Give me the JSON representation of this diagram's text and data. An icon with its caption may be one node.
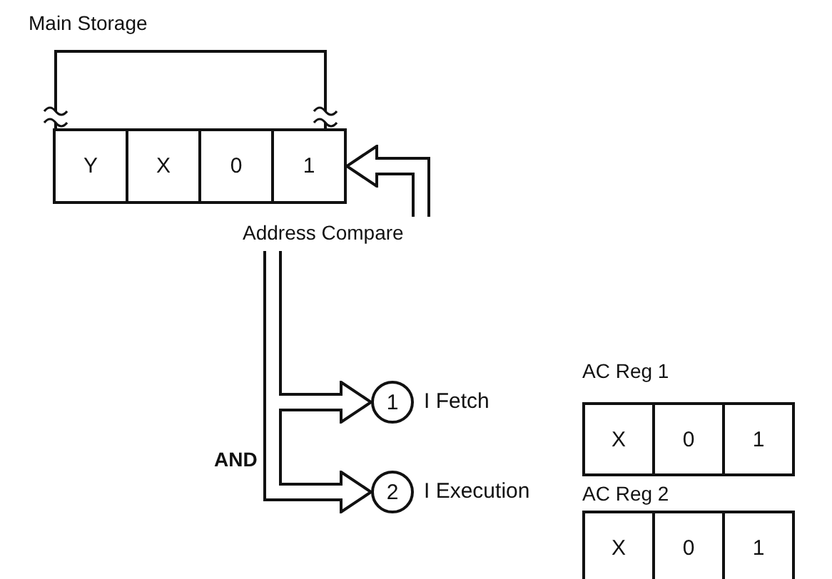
{
  "diagram": {
    "nodes": [
      {
        "text": [
          "Main Storage"
        ]
      },
      {
        "text": [
          "Y"
        ],
        "in": 0
      },
      {
        "text": [
          "X"
        ],
        "in": 0
      },
      {
        "text": [
          "0"
        ],
        "in": 0
      },
      {
        "text": [
          "1"
        ],
        "in": 0
      },
      {
        "text": [
          "Address Compare"
        ]
      },
      {
        "text": [
          "AC Reg 1"
        ]
      },
      {
        "text": [
          "X"
        ],
        "in": 6
      },
      {
        "text": [
          "0"
        ],
        "in": 6
      },
      {
        "text": [
          "1"
        ],
        "in": 6
      },
      {
        "text": [
          "1"
        ],
        "beside": [
          "I Fetch"
        ]
      },
      {
        "text": [
          "AC Reg 2"
        ]
      },
      {
        "text": [
          "X"
        ],
        "in": 11
      },
      {
        "text": [
          "0"
        ],
        "in": 11
      },
      {
        "text": [
          "1"
        ],
        "in": 11
      },
      {
        "text": [
          "2"
        ],
        "beside": [
          "I Execution"
        ]
      }
    ],
    "edges": [
      {
        "from": 5,
        "to": 4,
        "arrow": "to"
      },
      {
        "from": 5,
        "to": 10,
        "arrow": "to"
      },
      {
        "from": 5,
        "to": 15,
        "arrow": "to"
      }
    ],
    "labels": [
      "AND"
    ]
  }
}
